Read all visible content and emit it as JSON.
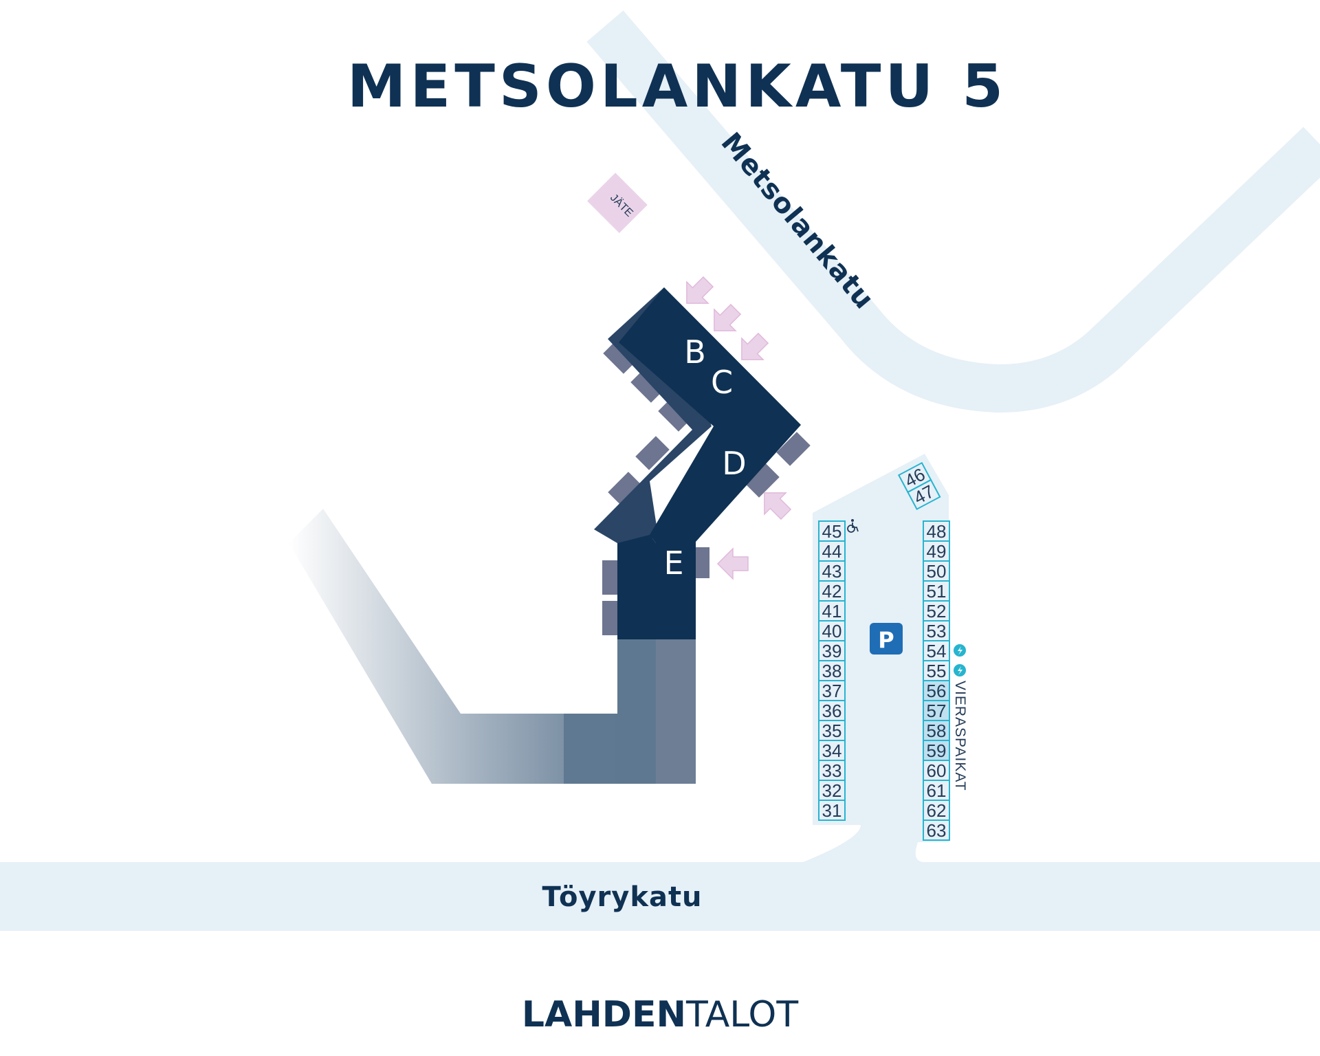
{
  "title": "METSOLANKATU 5",
  "streets": {
    "north": "Metsolankatu",
    "south": "Töyrykatu"
  },
  "waste_label": "JÄTE",
  "buildings": [
    "B",
    "C",
    "D",
    "E"
  ],
  "parking": {
    "symbol": "P",
    "left_column": [
      "45",
      "44",
      "43",
      "42",
      "41",
      "40",
      "39",
      "38",
      "37",
      "36",
      "35",
      "34",
      "33",
      "32",
      "31"
    ],
    "right_column": [
      "48",
      "49",
      "50",
      "51",
      "52",
      "53",
      "54",
      "55",
      "56",
      "57",
      "58",
      "59",
      "60",
      "61",
      "62",
      "63"
    ],
    "angled": [
      "46",
      "47"
    ],
    "accessible_spot": "45",
    "ev_charging_spots": [
      "54",
      "55"
    ],
    "guest_spots": [
      "56",
      "57",
      "58",
      "59"
    ],
    "guest_label": "VIERASPAIKAT"
  },
  "icons": {
    "accessible": "wheelchair-icon",
    "ev": "ev-charging-icon",
    "entrance": "entrance-arrow-icon"
  },
  "logo": {
    "bold": "LAHDEN",
    "light": "TALOT"
  },
  "colors": {
    "navy": "#0f3153",
    "street": "#e6f0f7",
    "waste": "#ead3e8",
    "parking_accent": "#27b4cf",
    "guest_fill": "#bfe0ef",
    "p_sign": "#1f6db5"
  }
}
